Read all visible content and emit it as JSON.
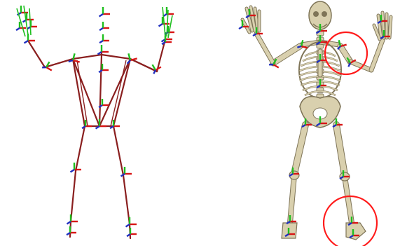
{
  "colors": {
    "background": "#ffffff",
    "bone_line": "#8a1f1f",
    "axis_x": "#d81515",
    "axis_y": "#1fbf1f",
    "axis_z": "#1f2fbf",
    "bone_fill": "#d9d0ae",
    "bone_stroke": "#7f7558",
    "bone_shadow": "#b7ac8a",
    "highlight_circle": "#ff1a1a"
  },
  "panels": [
    {
      "name": "stick-figure-skeleton",
      "rendering": "line-skeleton-with-joint-axes"
    },
    {
      "name": "anatomical-skeleton-overlay",
      "rendering": "bone-mesh-with-joint-axes",
      "highlights": [
        {
          "name": "left-shoulder-highlight",
          "shape": "circle"
        },
        {
          "name": "left-foot-highlight",
          "shape": "circle"
        }
      ]
    }
  ],
  "icons": [
    "joint-axis-icon",
    "highlight-circle-icon"
  ]
}
